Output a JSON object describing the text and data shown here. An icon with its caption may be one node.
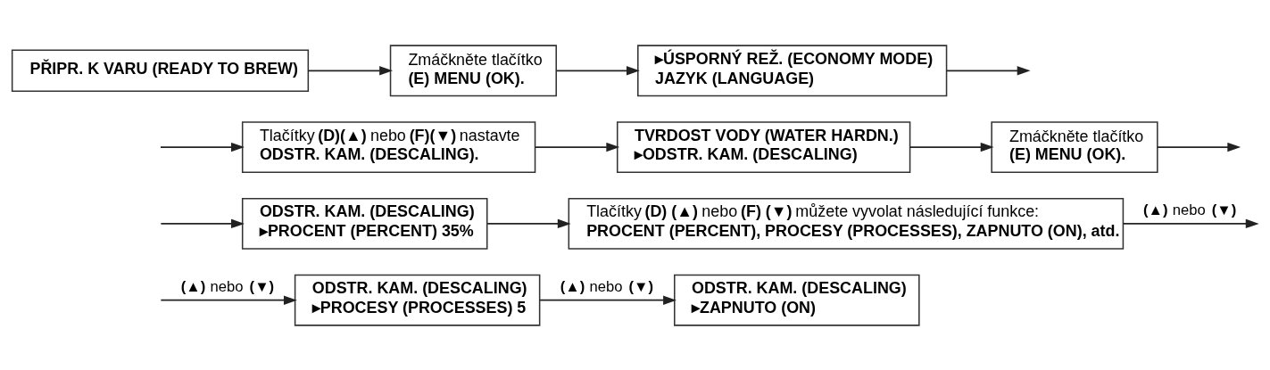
{
  "diagram": {
    "nodes": [
      {
        "text": [
          "PŘIPR. K VARU (READY TO BREW)"
        ]
      },
      {
        "text": [
          "Zmáčkněte tlačítko **(E) MENU (OK).**"
        ]
      },
      {
        "text": [
          "▸ÚSPORNÝ REŽ. (ECONOMY MODE)",
          "JAZYK (LANGUAGE)"
        ]
      },
      {
        "text": [
          "Tlačítky **(D)(▲)** nebo **(F)(▼)** nastavte **ODSTR. KAM. (DESCALING).**"
        ]
      },
      {
        "text": [
          "TVRDOST VODY (WATER HARDN.)",
          "▸ODSTR. KAM. (DESCALING)"
        ]
      },
      {
        "text": [
          "Zmáčkněte tlačítko **(E) MENU (OK).**"
        ]
      },
      {
        "text": [
          "ODSTR. KAM. (DESCALING)",
          "▸PROCENT (PERCENT) 35%"
        ]
      },
      {
        "text": [
          "Tlačítky **(D) (▲)** nebo **(F) (▼)** můžete vyvolat následující funkce: **PROCENT (PERCENT), PROCESY (PROCESSES), ZAPNUTO (ON), atd.**"
        ]
      },
      {
        "text": [
          "ODSTR. KAM. (DESCALING)",
          "▸PROCESY (PROCESSES) 5"
        ]
      },
      {
        "text": [
          "ODSTR. KAM. (DESCALING)",
          "▸ZAPNUTO (ON)"
        ]
      }
    ],
    "edges": [
      {
        "from": 0,
        "to": 1,
        "arrow": "to"
      },
      {
        "from": 1,
        "to": 2,
        "arrow": "to"
      },
      {
        "from": 2,
        "to": null,
        "arrow": "to"
      },
      {
        "from": null,
        "to": 3,
        "arrow": "to"
      },
      {
        "from": 3,
        "to": 4,
        "arrow": "to"
      },
      {
        "from": 4,
        "to": 5,
        "arrow": "to"
      },
      {
        "from": 5,
        "to": null,
        "arrow": "to"
      },
      {
        "from": null,
        "to": 6,
        "arrow": "to"
      },
      {
        "from": 6,
        "to": 7,
        "arrow": "to"
      },
      {
        "from": 7,
        "to": null,
        "arrow": "to",
        "label": "**(▲)** nebo **(▼)**"
      },
      {
        "from": null,
        "to": 8,
        "arrow": "to",
        "label": "**(▲)** nebo **(▼)**"
      },
      {
        "from": 8,
        "to": 9,
        "arrow": "to",
        "label": "**(▲)** nebo **(▼)**"
      }
    ]
  }
}
